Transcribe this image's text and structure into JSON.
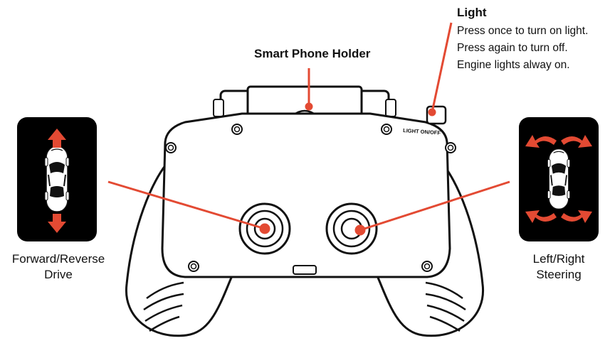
{
  "labels": {
    "light_title": "Light",
    "light_lines": [
      "Press once to turn on light.",
      "Press again to turn off.",
      "Engine lights alway on."
    ],
    "phone_holder": "Smart Phone Holder",
    "light_switch": "LIGHT ON/OFF",
    "forward_reverse": [
      "Forward/Reverse",
      "Drive"
    ],
    "left_right": [
      "Left/Right",
      "Steering"
    ]
  },
  "colors": {
    "callout": "#e34a33",
    "outline": "#111111",
    "panel": "#000000",
    "fill": "#ffffff"
  },
  "icons": {
    "left_panel": "car-forward-reverse-icon",
    "right_panel": "car-steering-icon"
  }
}
